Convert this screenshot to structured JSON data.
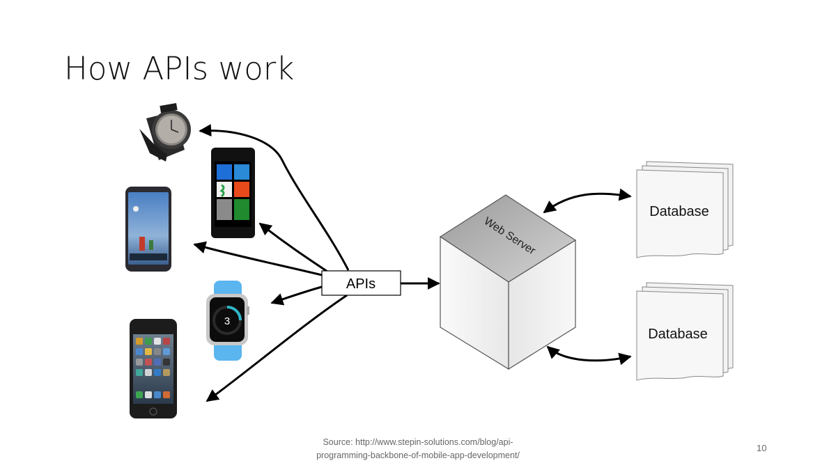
{
  "slide": {
    "title": "How APIs work",
    "source_line1": "Source: http://www.stepin-solutions.com/blog/api-",
    "source_line2": "programming-backbone-of-mobile-app-development/",
    "page_number": "10"
  },
  "diagram": {
    "api_box_label": "APIs",
    "server_label": "Web Server",
    "databases": [
      {
        "label": "Database"
      },
      {
        "label": "Database"
      }
    ],
    "watch_digit": "3",
    "devices": [
      "smartwatch-round",
      "windows-phone",
      "android-phone",
      "apple-watch",
      "iphone"
    ]
  }
}
